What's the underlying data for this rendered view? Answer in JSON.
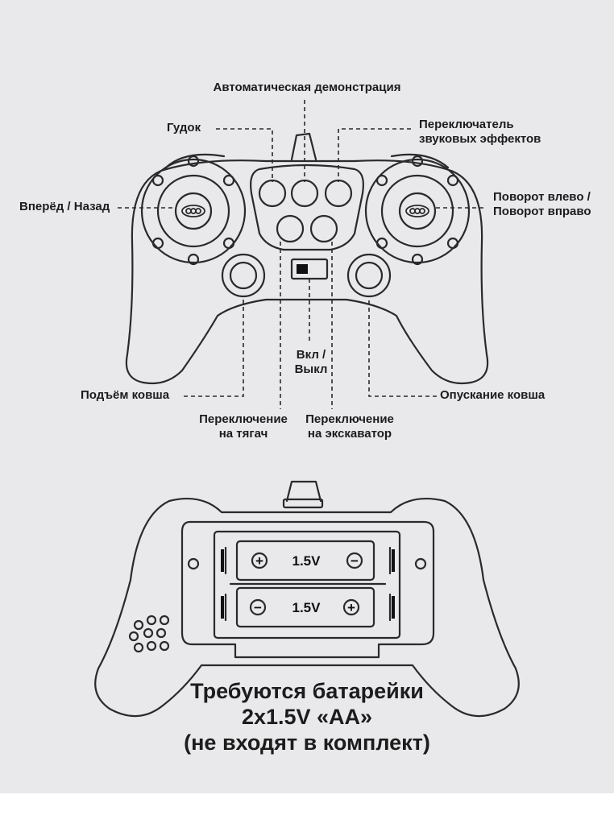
{
  "labels": {
    "auto_demo": "Автоматическая демонстрация",
    "horn": "Гудок",
    "sound_switch_line1": "Переключатель",
    "sound_switch_line2": "звуковых эффектов",
    "forward_back": "Вперёд / Назад",
    "turn_line1": "Поворот влево /",
    "turn_line2": "Поворот вправо",
    "power_line1": "Вкл /",
    "power_line2": "Выкл",
    "bucket_up": "Подъём ковша",
    "bucket_down": "Опускание ковша",
    "to_tractor_line1": "Переключение",
    "to_tractor_line2": "на тягач",
    "to_excavator_line1": "Переключение",
    "to_excavator_line2": "на экскаватор"
  },
  "batteries": [
    {
      "voltage": "1.5V",
      "left_sign": "+",
      "right_sign": "−"
    },
    {
      "voltage": "1.5V",
      "left_sign": "−",
      "right_sign": "+"
    }
  ],
  "battery_note": {
    "line1": "Требуются батарейки",
    "line2": "2x1.5V «AA»",
    "line3": "(не входят в комплект)"
  },
  "colors": {
    "background": "#e9e8ea",
    "outline": "#2a2a2a"
  }
}
